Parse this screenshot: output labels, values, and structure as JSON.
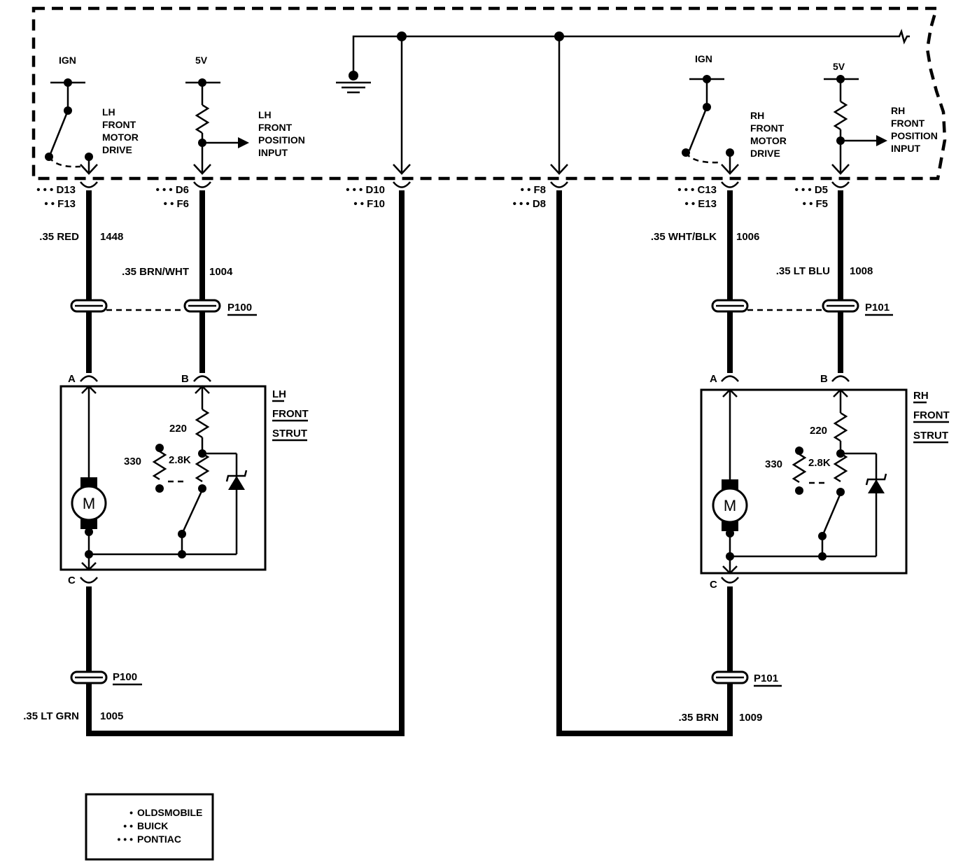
{
  "module": {
    "lh_ign": "IGN",
    "lh_5v": "5V",
    "rh_ign": "IGN",
    "rh_5v": "5V",
    "lh_drive": [
      "LH",
      "FRONT",
      "MOTOR",
      "DRIVE"
    ],
    "lh_position": [
      "LH",
      "FRONT",
      "POSITION",
      "INPUT"
    ],
    "rh_drive": [
      "RH",
      "FRONT",
      "MOTOR",
      "DRIVE"
    ],
    "rh_position": [
      "RH",
      "FRONT",
      "POSITION",
      "INPUT"
    ]
  },
  "pins": {
    "d13": "• • • D13",
    "f13": "• • F13",
    "d6": "• • • D6",
    "f6": "• • F6",
    "d10": "• • • D10",
    "f10": "• • F10",
    "f8": "• • F8",
    "d8": "• • • D8",
    "c13": "• • • C13",
    "e13": "• • E13",
    "d5": "• • • D5",
    "f5": "• • F5"
  },
  "wires": {
    "w1448": {
      "color": ".35 RED",
      "num": "1448"
    },
    "w1004": {
      "color": ".35 BRN/WHT",
      "num": "1004"
    },
    "w1006": {
      "color": ".35 WHT/BLK",
      "num": "1006"
    },
    "w1008": {
      "color": ".35 LT BLU",
      "num": "1008"
    },
    "w1005": {
      "color": ".35 LT GRN",
      "num": "1005"
    },
    "w1009": {
      "color": ".35 BRN",
      "num": "1009"
    }
  },
  "connectors": {
    "p100_top": "P100",
    "p101_top": "P101",
    "p100_bottom": "P100",
    "p101_bottom": "P101"
  },
  "struts": {
    "lh": {
      "title": [
        "LH",
        "FRONT",
        "STRUT"
      ],
      "pin_a": "A",
      "pin_b": "B",
      "pin_c": "C",
      "r1": "220",
      "r2": "330",
      "r3": "2.8K",
      "motor": "M"
    },
    "rh": {
      "title": [
        "RH",
        "FRONT",
        "STRUT"
      ],
      "pin_a": "A",
      "pin_b": "B",
      "pin_c": "C",
      "r1": "220",
      "r2": "330",
      "r3": "2.8K",
      "motor": "M"
    }
  },
  "legend": {
    "oldsmobile": "OLDSMOBILE",
    "buick": "BUICK",
    "pontiac": "PONTIAC",
    "mark1": "•",
    "mark2": "• •",
    "mark3": "• • •"
  }
}
